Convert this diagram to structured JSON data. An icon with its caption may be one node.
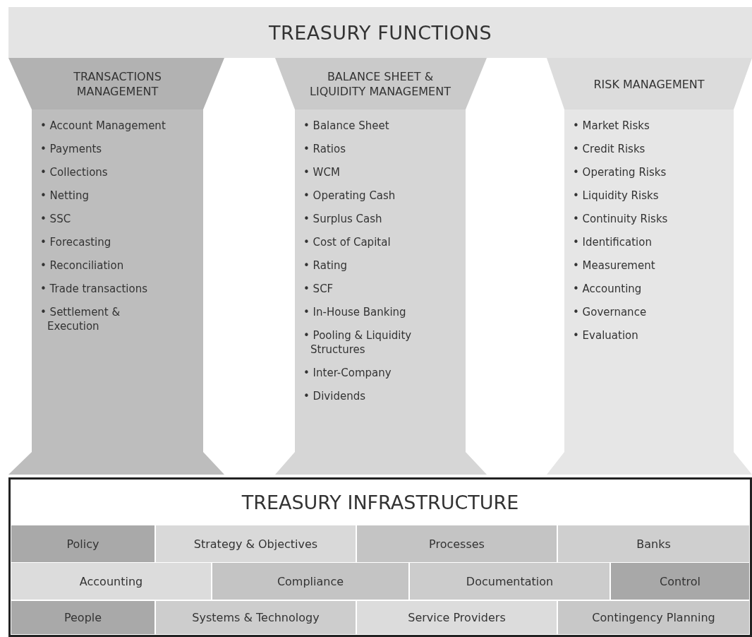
{
  "diagram": {
    "nodes": [
      {
        "text": [
          "TREASURY FUNCTIONS"
        ]
      },
      {
        "text": [
          "TRANSACTIONS MANAGEMENT",
          "• Account Management",
          "• Payments",
          "• Collections",
          "• Netting",
          "• SSC",
          "• Forecasting",
          "• Reconciliation",
          "• Trade transactions",
          "• Settlement & Execution"
        ]
      },
      {
        "text": [
          "BALANCE SHEET & LIQUIDITY MANAGEMENT",
          "• Balance Sheet",
          "• Ratios",
          "• WCM",
          "• Operating Cash",
          "• Surplus Cash",
          "• Cost of Capital",
          "• Rating",
          "• SCF",
          "• In-House Banking",
          "• Pooling & Liquidity Structures",
          "• Inter-Company",
          "• Dividends"
        ]
      },
      {
        "text": [
          "RISK MANAGEMENT",
          "• Market Risks",
          "• Credit Risks",
          "• Operating Risks",
          "• Liquidity Risks",
          "• Continuity Risks",
          "• Identification",
          "• Measurement",
          "• Accounting",
          "• Governance",
          "• Evaluation"
        ]
      },
      {
        "text": [
          "TREASURY INFRASTRUCTURE"
        ]
      },
      {
        "text": [
          "Policy"
        ],
        "in": 4
      },
      {
        "text": [
          "Strategy & Objectives"
        ],
        "in": 4
      },
      {
        "text": [
          "Processes"
        ],
        "in": 4
      },
      {
        "text": [
          "Banks"
        ],
        "in": 4
      },
      {
        "text": [
          "Accounting"
        ],
        "in": 4
      },
      {
        "text": [
          "Compliance"
        ],
        "in": 4
      },
      {
        "text": [
          "Documentation"
        ],
        "in": 4
      },
      {
        "text": [
          "Control"
        ],
        "in": 4
      },
      {
        "text": [
          "People"
        ],
        "in": 4
      },
      {
        "text": [
          "Systems & Technology"
        ],
        "in": 4
      },
      {
        "text": [
          "Service Providers"
        ],
        "in": 4
      },
      {
        "text": [
          "Contingency Planning"
        ],
        "in": 4
      }
    ],
    "edges": []
  }
}
